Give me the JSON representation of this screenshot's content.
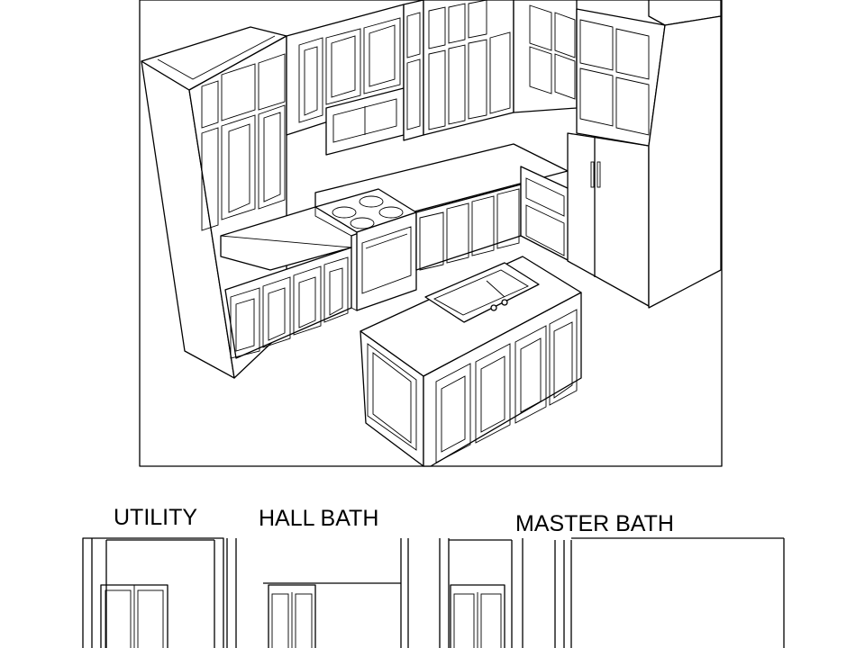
{
  "labels": {
    "utility": "UTILITY",
    "hall_bath": "HALL BATH",
    "master_bath": "MASTER BATH"
  },
  "colors": {
    "line": "#000000",
    "background": "#ffffff"
  }
}
